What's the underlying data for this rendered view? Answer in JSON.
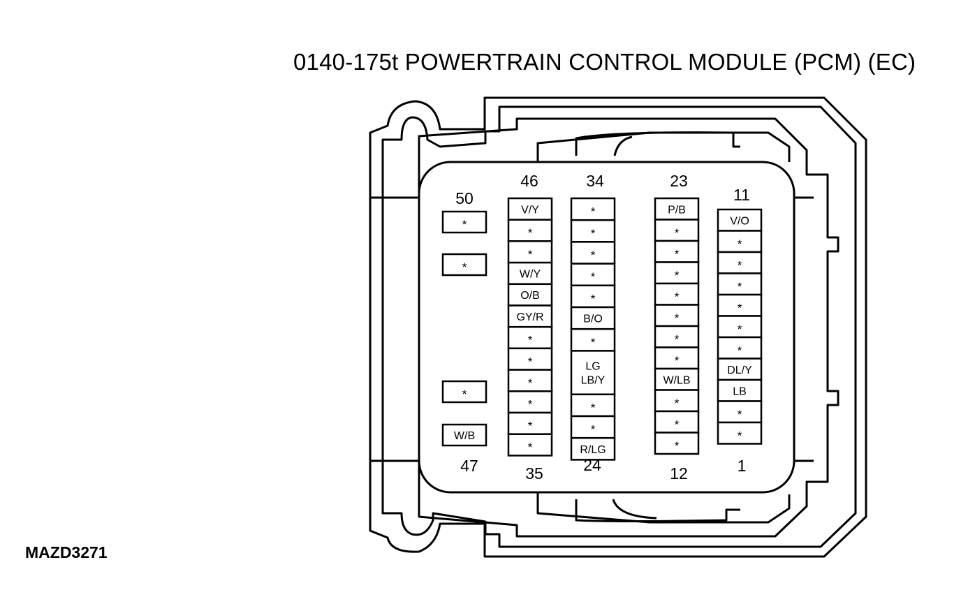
{
  "title": "0140-175t POWERTRAIN CONTROL MODULE (PCM) (EC)",
  "figure_id": "MAZD3271",
  "columns": [
    {
      "top_label": "50",
      "bottom_label": "47",
      "cells": [
        "*",
        "*",
        "*",
        "W/B"
      ]
    },
    {
      "top_label": "46",
      "bottom_label": "35",
      "cells": [
        "V/Y",
        "*",
        "*",
        "W/Y",
        "O/B",
        "GY/R",
        "*",
        "*",
        "*",
        "*",
        "*",
        "*"
      ]
    },
    {
      "top_label": "34",
      "bottom_label": "24",
      "cells": [
        "*",
        "*",
        "*",
        "*",
        "*",
        "B/O",
        "*",
        "LG\nLB/Y",
        "*",
        "*",
        "R/LG"
      ]
    },
    {
      "top_label": "23",
      "bottom_label": "12",
      "cells": [
        "P/B",
        "*",
        "*",
        "*",
        "*",
        "*",
        "*",
        "*",
        "W/LB",
        "*",
        "*",
        "*"
      ]
    },
    {
      "top_label": "11",
      "bottom_label": "1",
      "cells": [
        "V/O",
        "*",
        "*",
        "*",
        "*",
        "*",
        "*",
        "DL/Y",
        "LB",
        "*",
        "*"
      ]
    }
  ]
}
